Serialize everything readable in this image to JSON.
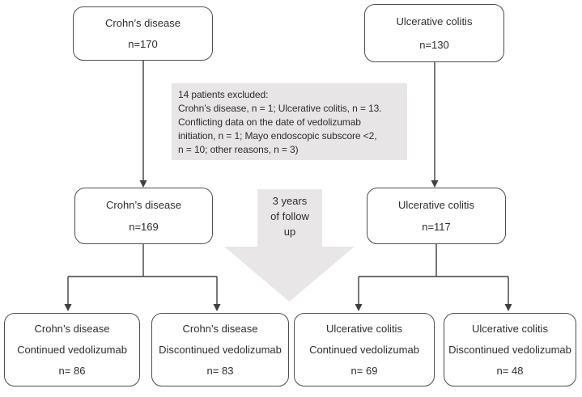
{
  "diagram": {
    "colors": {
      "background": "#ffffff",
      "box_border": "#4f4f4f",
      "connector": "#3f3f3f",
      "excluded_bg": "#e7e5e5",
      "arrow_bg": "#e8e6e6",
      "text": "#2e2e2e"
    },
    "nodes": {
      "cd_initial": {
        "line1": "Crohn’s disease",
        "line2": "n=170"
      },
      "uc_initial": {
        "line1": "Ulcerative colitis",
        "line2": "n=130"
      },
      "excluded": {
        "lines": [
          "14 patients excluded:",
          "Crohn’s disease, n = 1; Ulcerative colitis, n = 13.",
          "Conflicting data on the date of vedolizumab",
          "initiation, n = 1; Mayo endoscopic subscore <2,",
          "n = 10; other reasons, n = 3)"
        ]
      },
      "followup_arrow": {
        "line1": "3 years",
        "line2": "of follow",
        "line3": "up"
      },
      "cd_followed": {
        "line1": "Crohn’s disease",
        "line2": "n=169"
      },
      "uc_followed": {
        "line1": "Ulcerative colitis",
        "line2": "n=117"
      },
      "cd_continued": {
        "line1": "Crohn’s disease",
        "line2": "Continued vedolizumab",
        "line3": "n= 86"
      },
      "cd_discontinued": {
        "line1": "Crohn’s disease",
        "line2": "Discontinued vedolizumab",
        "line3": "n= 83"
      },
      "uc_continued": {
        "line1": "Ulcerative colitis",
        "line2": "Continued vedolizumab",
        "line3": "n= 69"
      },
      "uc_discontinued": {
        "line1": "Ulcerative colitis",
        "line2": "Discontinued vedolizumab",
        "line3": "n= 48"
      }
    }
  }
}
